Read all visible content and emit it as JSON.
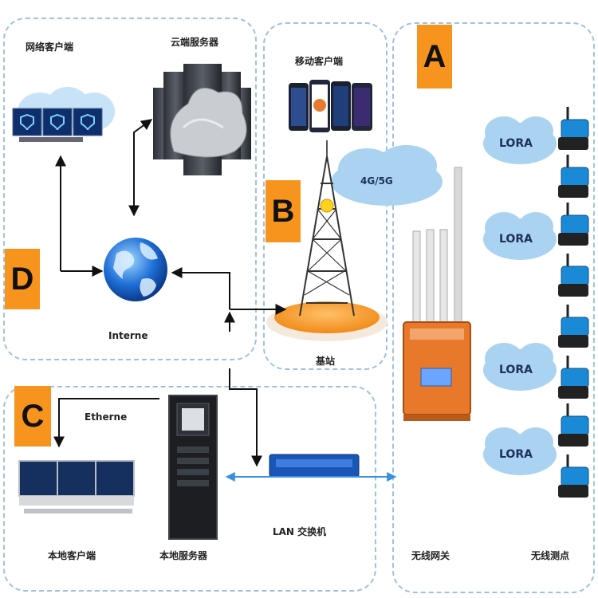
{
  "zones": {
    "A": {
      "letter": "A"
    },
    "B": {
      "letter": "B"
    },
    "C": {
      "letter": "C"
    },
    "D": {
      "letter": "D"
    }
  },
  "labels": {
    "web_client": "网络客户端",
    "cloud_server": "云端服务器",
    "mobile_client": "移动客户端",
    "internet": "Interne",
    "base_station": "基站",
    "network_4g5g": "4G/5G",
    "ethernet": "Etherne",
    "lan_switch": "LAN 交换机",
    "local_client": "本地客户端",
    "local_server": "本地服务器",
    "wireless_gateway": "无线网关",
    "wireless_node": "无线测点"
  },
  "lora_clouds": [
    "LORA",
    "LORA",
    "LORA",
    "LORA"
  ],
  "colors": {
    "tag": "#f7941d",
    "cloud": "#a9d3f0",
    "zone_border": "#9ec3dc",
    "gateway": "#e8782a"
  }
}
